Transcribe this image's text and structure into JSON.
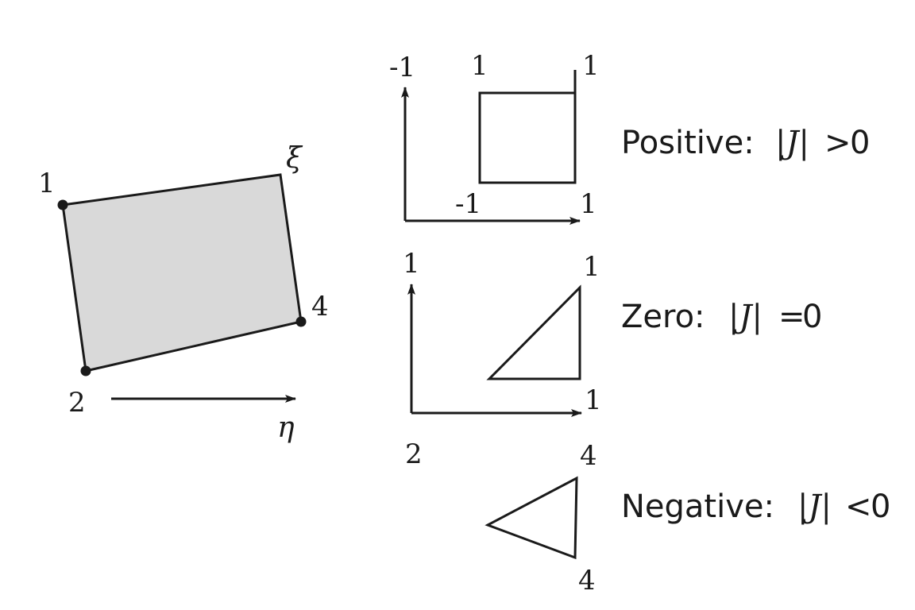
{
  "element": {
    "fill_color": "#d9d9d9",
    "nodes": [
      "1",
      "2",
      "4"
    ],
    "xi_label": "ξ",
    "eta_label": "η"
  },
  "positive": {
    "axis_top_label": "-1",
    "corner_top_left": "1",
    "corner_top_right": "1",
    "corner_bottom_left": "-1",
    "corner_bottom_right": "1",
    "caption": "Positive:",
    "condition_left": "|J|",
    "condition_op": ">",
    "condition_right": "0"
  },
  "zero": {
    "axis_top_label": "1",
    "corner_top_right": "1",
    "axis_right_label": "1",
    "caption": "Zero:",
    "condition_left": "|J|",
    "condition_op": "=",
    "condition_right": "0"
  },
  "negative": {
    "label_left": "2",
    "label_top": "4",
    "label_bottom": "4",
    "caption": "Negative:",
    "condition_left": "|J|",
    "condition_op": "<",
    "condition_right": "0"
  }
}
